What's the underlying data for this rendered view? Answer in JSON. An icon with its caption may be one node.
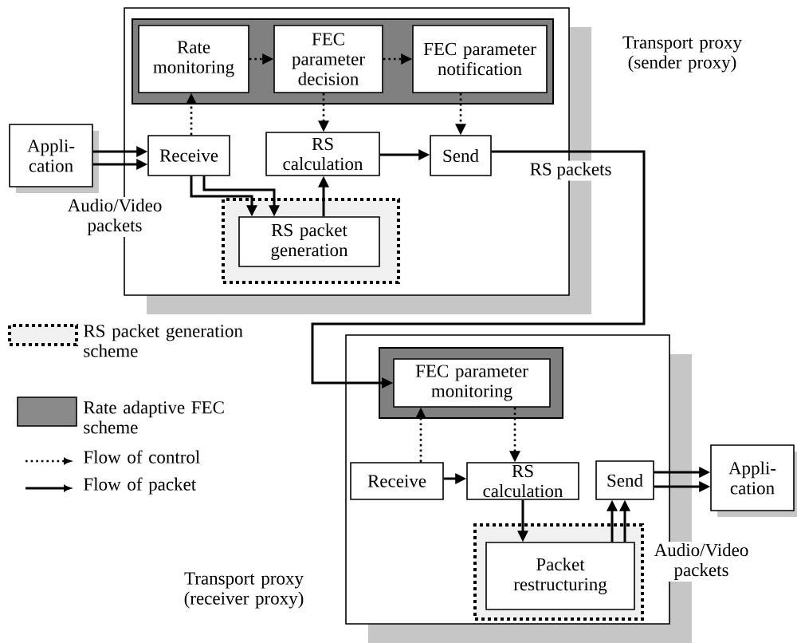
{
  "diagram": {
    "nodes": [
      {
        "text": [
          "Transport proxy (sender proxy)"
        ]
      },
      {
        "text": [],
        "shape": "box",
        "in": 0
      },
      {
        "text": [
          "Rate monitoring"
        ],
        "in": 1
      },
      {
        "text": [
          "FEC parameter decision"
        ],
        "in": 1
      },
      {
        "text": [
          "FEC parameter notification"
        ],
        "in": 1
      },
      {
        "text": [
          "Receive"
        ],
        "in": 0
      },
      {
        "text": [
          "RS calculation"
        ],
        "in": 0
      },
      {
        "text": [
          "Send"
        ],
        "in": 0
      },
      {
        "text": [],
        "shape": "box",
        "in": 0
      },
      {
        "text": [
          "RS packet generation"
        ],
        "in": 8
      },
      {
        "text": [
          "Appli-cation"
        ]
      },
      {
        "text": [
          "Transport proxy (receiver proxy)"
        ]
      },
      {
        "text": [],
        "shape": "box",
        "in": 11
      },
      {
        "text": [
          "FEC parameter monitoring"
        ],
        "in": 12
      },
      {
        "text": [
          "Receive"
        ],
        "in": 11
      },
      {
        "text": [
          "RS calculation"
        ],
        "in": 11
      },
      {
        "text": [
          "Send"
        ],
        "in": 11
      },
      {
        "text": [],
        "shape": "box",
        "in": 11
      },
      {
        "text": [
          "Packet restructuring"
        ],
        "in": 17
      },
      {
        "text": [
          "Appli-cation"
        ]
      }
    ],
    "edges": [
      {
        "from": 10,
        "to": 5,
        "arrow": "to"
      },
      {
        "from": 10,
        "to": 5,
        "arrow": "to"
      },
      {
        "from": 5,
        "to": 9,
        "arrow": "to"
      },
      {
        "from": 5,
        "to": 9,
        "arrow": "to"
      },
      {
        "from": 5,
        "to": 2,
        "arrow": "to",
        "style": "dashed"
      },
      {
        "from": 2,
        "to": 3,
        "arrow": "to",
        "style": "dashed"
      },
      {
        "from": 3,
        "to": 4,
        "arrow": "to",
        "style": "dashed"
      },
      {
        "from": 3,
        "to": 6,
        "arrow": "to",
        "style": "dashed"
      },
      {
        "from": 4,
        "to": 7,
        "arrow": "to",
        "style": "dashed"
      },
      {
        "from": 9,
        "to": 6,
        "arrow": "to"
      },
      {
        "from": 6,
        "to": 7,
        "arrow": "to"
      },
      {
        "from": 7,
        "to": 13,
        "arrow": "to",
        "label": "RS packets"
      },
      {
        "from": 14,
        "to": 13,
        "arrow": "to",
        "style": "dashed"
      },
      {
        "from": 13,
        "to": 15,
        "arrow": "to",
        "style": "dashed"
      },
      {
        "from": 14,
        "to": 15,
        "arrow": "to"
      },
      {
        "from": 15,
        "to": 18,
        "arrow": "to"
      },
      {
        "from": 18,
        "to": 16,
        "arrow": "to"
      },
      {
        "from": 18,
        "to": 16,
        "arrow": "to"
      },
      {
        "from": 16,
        "to": 19,
        "arrow": "to"
      },
      {
        "from": 16,
        "to": 19,
        "arrow": "to"
      }
    ],
    "labels": [
      "Audio/Video packets",
      "Audio/Video packets"
    ],
    "legend": [
      {
        "text": "RS packet generation scheme"
      },
      {
        "text": "Rate adaptive FEC scheme",
        "color": "#8a8a8a"
      },
      {
        "text": "Flow of control"
      },
      {
        "text": "Flow of packet"
      }
    ]
  }
}
